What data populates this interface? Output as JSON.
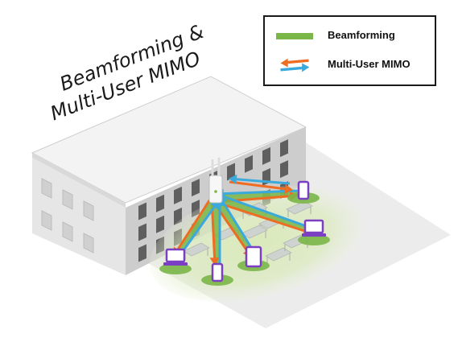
{
  "title_lines": [
    "Beamforming &",
    "Multi-User MIMO"
  ],
  "legend": {
    "items": [
      {
        "label": "Beamforming",
        "symbol": "green-bar"
      },
      {
        "label": "Multi-User MIMO",
        "symbol": "orange-blue-arrows"
      }
    ]
  },
  "colors": {
    "beamforming": "#7ab648",
    "mu_mimo_downlink": "#ef6c23",
    "mu_mimo_uplink": "#3aa9dc",
    "device": "#7b3fc4",
    "coverage": "#cfe3a8",
    "building_light": "#e9e9e9",
    "building_mid": "#d2d2d2",
    "building_dark": "#bdbdbd",
    "window": "#5f5f5f"
  },
  "access_point": {
    "label": "wireless-access-point"
  },
  "devices": [
    {
      "type": "smartphone"
    },
    {
      "type": "laptop"
    },
    {
      "type": "tablet"
    },
    {
      "type": "smartphone"
    },
    {
      "type": "laptop"
    }
  ]
}
